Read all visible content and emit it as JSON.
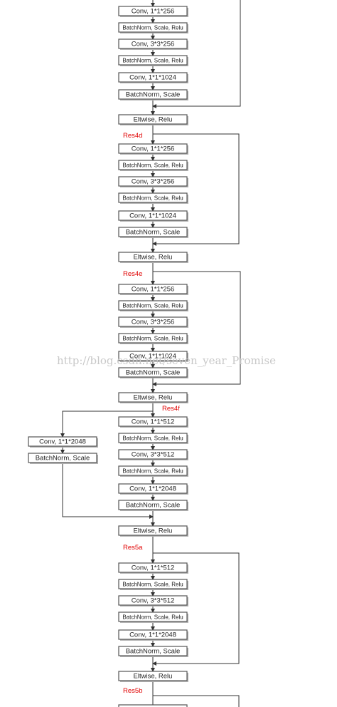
{
  "watermark": "http://blog.csdn.net/seven_year_Promise",
  "labels": {
    "res4d": "Res4d",
    "res4e": "Res4e",
    "res4f": "Res4f",
    "res5a": "Res5a",
    "res5b": "Res5b"
  },
  "blocks": {
    "top": [
      "Conv,  1*1*256",
      "BatchNorm, Scale, Relu",
      "Conv,  3*3*256",
      "BatchNorm, Scale, Relu",
      "Conv,  1*1*1024",
      "BatchNorm, Scale"
    ],
    "top_sum": "Eltwise, Relu",
    "res4d": [
      "Conv,  1*1*256",
      "BatchNorm, Scale, Relu",
      "Conv,  3*3*256",
      "BatchNorm, Scale, Relu",
      "Conv,  1*1*1024",
      "BatchNorm, Scale"
    ],
    "res4d_sum": "Eltwise, Relu",
    "res4e": [
      "Conv,  1*1*256",
      "BatchNorm, Scale, Relu",
      "Conv,  3*3*256",
      "BatchNorm, Scale, Relu",
      "Conv,  1*1*1024",
      "BatchNorm, Scale"
    ],
    "res4e_sum": "Eltwise, Relu",
    "res4f": [
      "Conv,  1*1*512",
      "BatchNorm, Scale, Relu",
      "Conv,  3*3*512",
      "BatchNorm, Scale, Relu",
      "Conv,  1*1*2048",
      "BatchNorm, Scale"
    ],
    "res4f_branch": [
      "Conv,  1*1*2048",
      "BatchNorm, Scale"
    ],
    "res4f_sum": "Eltwise, Relu",
    "res5a": [
      "Conv,  1*1*512",
      "BatchNorm, Scale, Relu",
      "Conv,  3*3*512",
      "BatchNorm, Scale, Relu",
      "Conv,  1*1*2048",
      "BatchNorm, Scale"
    ],
    "res5a_sum": "Eltwise, Relu"
  }
}
